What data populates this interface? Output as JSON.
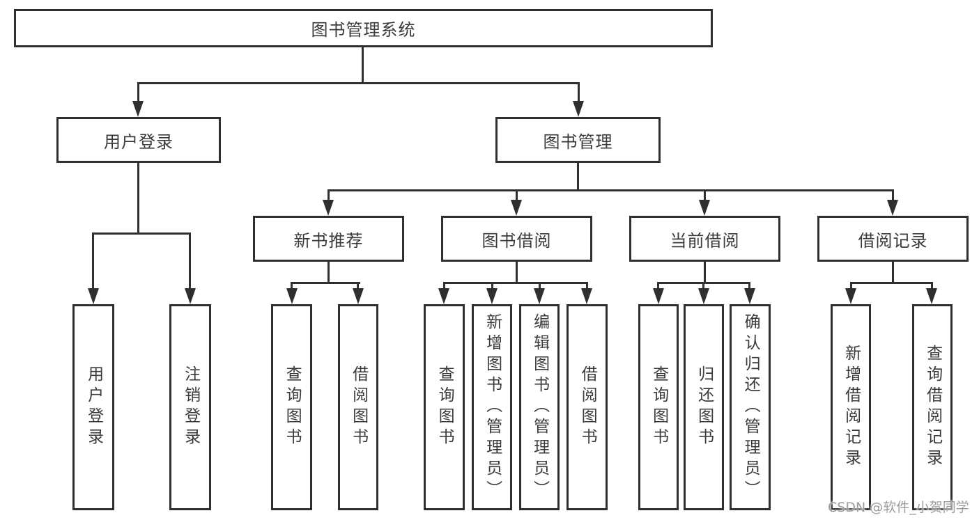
{
  "diagram": {
    "root": {
      "label": "图书管理系统"
    },
    "branches": [
      {
        "label": "用户登录",
        "children": [
          {
            "label": "用户登录"
          },
          {
            "label": "注销登录"
          }
        ]
      },
      {
        "label": "图书管理",
        "children": [
          {
            "label": "新书推荐",
            "children": [
              {
                "label": "查询图书"
              },
              {
                "label": "借阅图书"
              }
            ]
          },
          {
            "label": "图书借阅",
            "children": [
              {
                "label": "查询图书"
              },
              {
                "label": "新增图书（管理员）"
              },
              {
                "label": "编辑图书（管理员）"
              },
              {
                "label": "借阅图书"
              }
            ]
          },
          {
            "label": "当前借阅",
            "children": [
              {
                "label": "查询图书"
              },
              {
                "label": "归还图书"
              },
              {
                "label": "确认归还（管理员）"
              }
            ]
          },
          {
            "label": "借阅记录",
            "children": [
              {
                "label": "新增借阅记录"
              },
              {
                "label": "查询借阅记录"
              }
            ]
          }
        ]
      }
    ],
    "watermark": "CSDN @软件_小贺同学",
    "colors": {
      "line": "#2f2f2f",
      "text": "#3a3a3a",
      "background": "#ffffff",
      "watermark": "#9c9c9c"
    }
  }
}
